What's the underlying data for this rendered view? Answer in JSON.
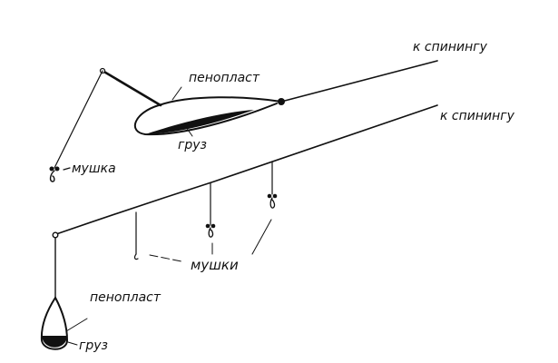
{
  "labels": {
    "to_spinning_top": "к спинингу",
    "to_spinning_bottom": "к спинингу",
    "foam_top": "пенопласт",
    "weight_top": "груз",
    "fly_single": "мушка",
    "flies": "мушки",
    "foam_bottom": "пенопласт",
    "weight_bottom": "груз"
  },
  "colors": {
    "ink": "#111111",
    "background": "#ffffff"
  }
}
